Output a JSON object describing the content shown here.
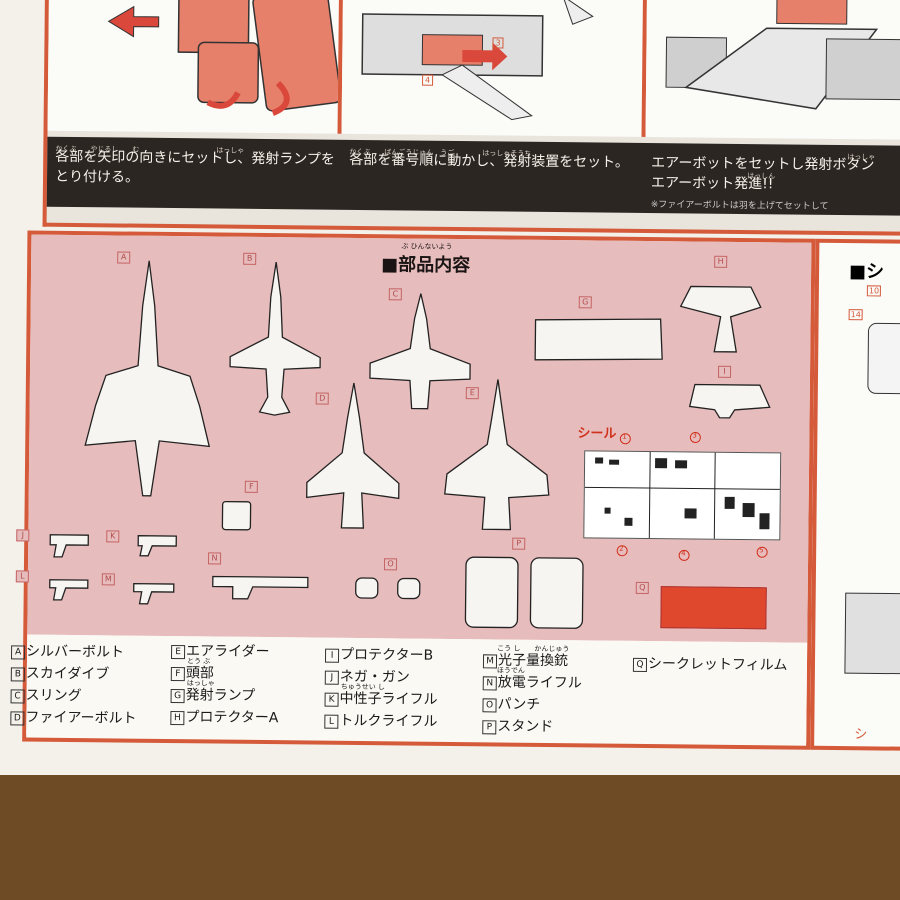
{
  "steps": {
    "step1_caption_line1": "各部を矢印の向きにセットし、発射ランプを",
    "step1_caption_line2": "とり付ける。",
    "step1_ruby": "かくぶ　　やじるし　　む　　　　　　　　　　　はっしゃ",
    "step2_caption": "各部を番号順に動かし、発射装置をセット。",
    "step2_ruby": "かくぶ　　ばんごうじゅん　うご　　　　はっしゃそうち",
    "step2_callouts": [
      "3",
      "4"
    ],
    "step3_caption_line1": "エアーボットをセットし発射ボタン",
    "step3_caption_line2": "エアーボット発進!!",
    "step3_ruby": "はっしゃ",
    "step3_ruby2": "はっしん",
    "step3_note": "※ファイアーボルトは羽を上げてセットして"
  },
  "parts": {
    "title": "■部品内容",
    "title_ruby": "ぶ ひんないよう",
    "sticker_title": "シール",
    "sticker_numbers": [
      "1",
      "2",
      "3",
      "4",
      "5"
    ],
    "labels": [
      "A",
      "B",
      "C",
      "D",
      "E",
      "F",
      "G",
      "H",
      "I",
      "J",
      "K",
      "L",
      "M",
      "N",
      "O",
      "P",
      "Q"
    ],
    "legend": [
      {
        "letter": "A",
        "name": "シルバーボルト"
      },
      {
        "letter": "B",
        "name": "スカイダイブ"
      },
      {
        "letter": "C",
        "name": "スリング"
      },
      {
        "letter": "D",
        "name": "ファイアーボルト"
      },
      {
        "letter": "E",
        "name": "エアライダー"
      },
      {
        "letter": "F",
        "name": "頭部"
      },
      {
        "letter": "G",
        "name": "発射ランプ"
      },
      {
        "letter": "H",
        "name": "プロテクターA"
      },
      {
        "letter": "I",
        "name": "プロテクターB"
      },
      {
        "letter": "J",
        "name": "ネガ・ガン"
      },
      {
        "letter": "K",
        "name": "中性子ライフル"
      },
      {
        "letter": "L",
        "name": "トルクライフル"
      },
      {
        "letter": "M",
        "name": "光子量換銃"
      },
      {
        "letter": "N",
        "name": "放電ライフル"
      },
      {
        "letter": "O",
        "name": "パンチ"
      },
      {
        "letter": "P",
        "name": "スタンド"
      },
      {
        "letter": "Q",
        "name": "シークレットフィルム"
      }
    ],
    "legend_ruby": {
      "F": "とう ぶ",
      "G": "はっしゃ",
      "K": "ちゅうせい し",
      "M": "こう し　　かんじゅう",
      "N": "ほうでん"
    }
  },
  "right_panel": {
    "title": "■シ",
    "callouts": [
      "10",
      "14"
    ],
    "bottom_text": "シ"
  },
  "colors": {
    "accent_border": "#d45a3a",
    "pink_background": "#e7bcbc",
    "caption_bar": "#2c2622",
    "secret_film": "#e0482e",
    "table_surface": "#6b4a22"
  }
}
